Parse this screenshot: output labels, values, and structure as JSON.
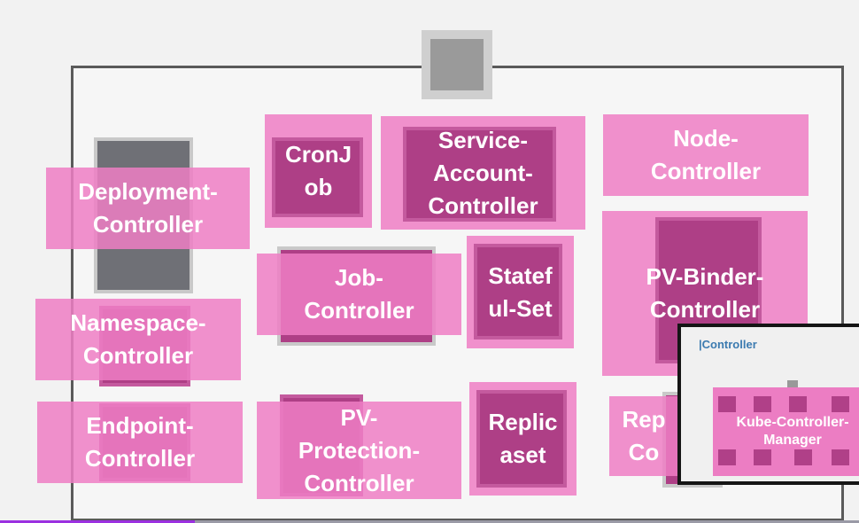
{
  "colors": {
    "label_overlay": "#ee7ec4",
    "component": "#ae3f86",
    "node": "#6f7076",
    "inset_title": "#3c7bb0"
  },
  "controllers": [
    {
      "id": "deployment",
      "label": "Deployment-\nController"
    },
    {
      "id": "cronjob",
      "label": "CronJ\nob"
    },
    {
      "id": "service-account",
      "label": "Service-\nAccount-\nController"
    },
    {
      "id": "node",
      "label": "Node-\nController"
    },
    {
      "id": "pv-binder",
      "label": "PV-Binder-\nController"
    },
    {
      "id": "job",
      "label": "Job-\nController"
    },
    {
      "id": "stateful-set",
      "label": "Statef\nul-Set"
    },
    {
      "id": "namespace",
      "label": "Namespace-\nController"
    },
    {
      "id": "endpoint",
      "label": "Endpoint-\nController"
    },
    {
      "id": "pv-protection",
      "label": "PV-\nProtection-\nController"
    },
    {
      "id": "replicaset",
      "label": "Replic\naset"
    },
    {
      "id": "replication-partial",
      "label": "Rep\nCo"
    }
  ],
  "inset": {
    "title": "|Controller",
    "box_label": "Kube-Controller-\nManager"
  }
}
